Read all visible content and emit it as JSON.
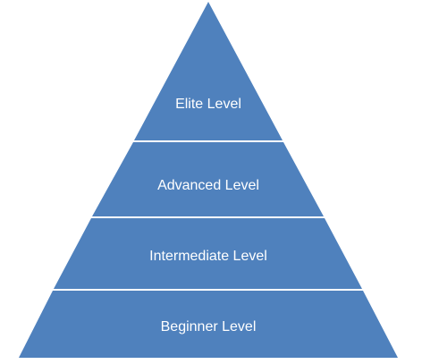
{
  "pyramid": {
    "fill_color": "#4f81bd",
    "divider_color": "#ffffff",
    "label_color": "#ffffff",
    "tiers": [
      {
        "label": "Elite Level"
      },
      {
        "label": "Advanced Level"
      },
      {
        "label": "Intermediate Level"
      },
      {
        "label": "Beginner Level"
      }
    ]
  }
}
